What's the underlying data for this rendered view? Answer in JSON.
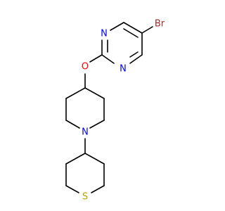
{
  "molecule": {
    "atoms": {
      "br": {
        "symbol": "Br",
        "color": "#a52a2a"
      },
      "n_top": {
        "symbol": "N",
        "color": "#0000ff"
      },
      "n_bottom": {
        "symbol": "N",
        "color": "#0000ff"
      },
      "o": {
        "symbol": "O",
        "color": "#ff0000"
      },
      "n_piperidine": {
        "symbol": "N",
        "color": "#0000ff"
      },
      "s": {
        "symbol": "S",
        "color": "#b8a000"
      }
    },
    "bond_color": "#000000",
    "background": "#ffffff"
  }
}
